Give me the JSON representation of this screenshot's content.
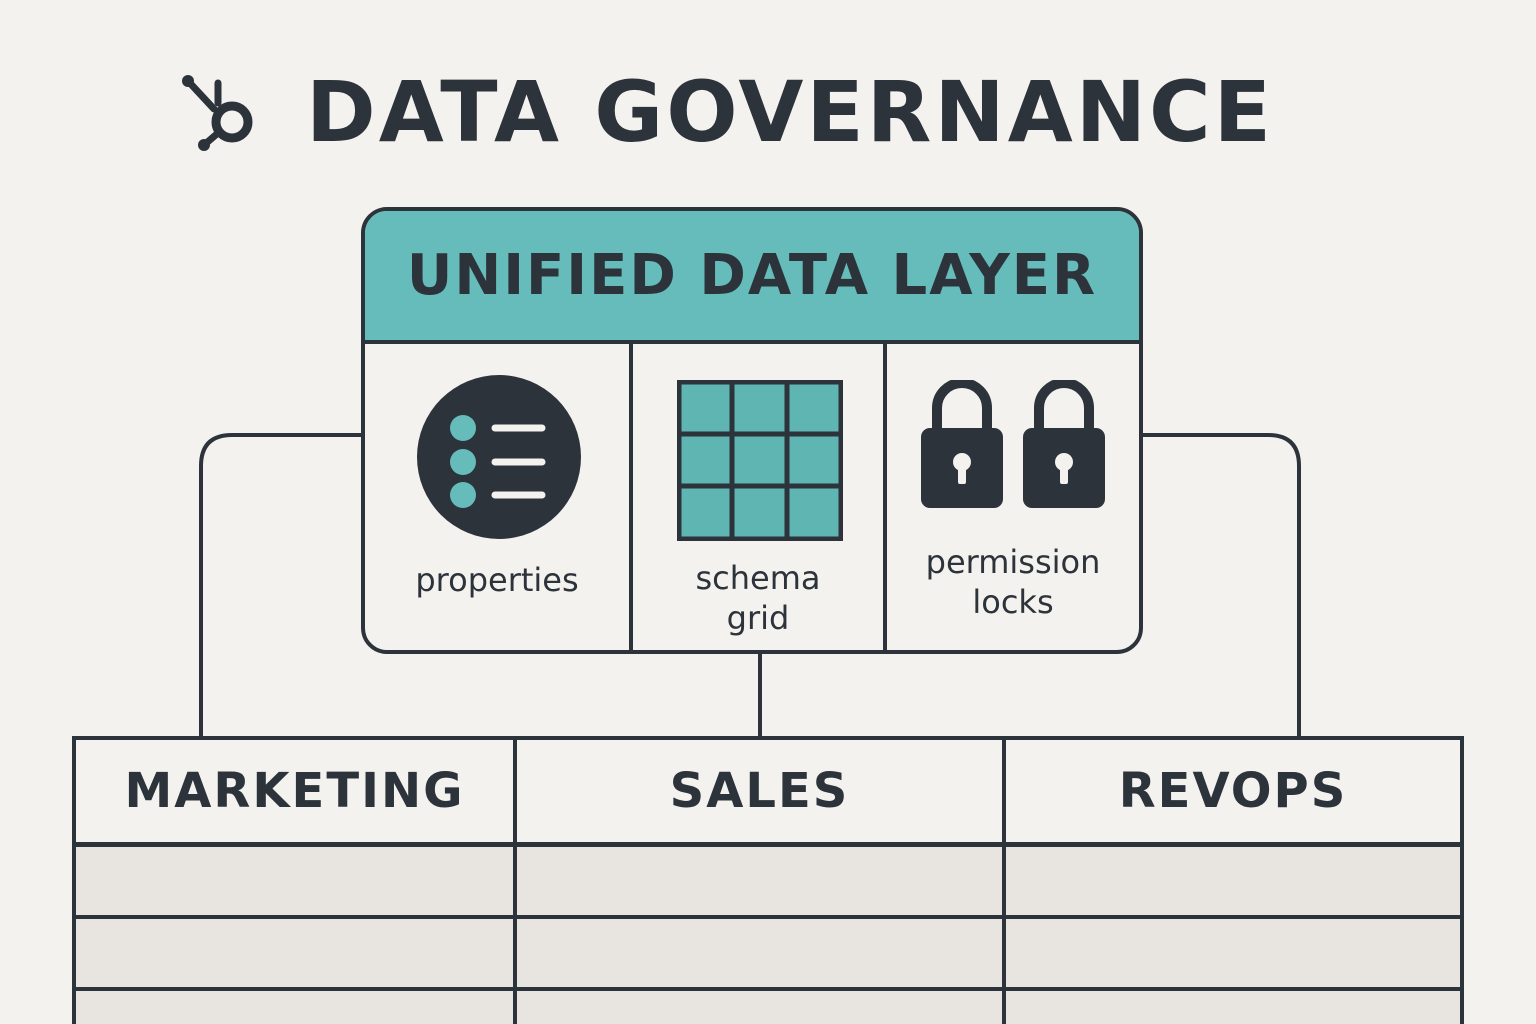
{
  "title": "DATA GOVERNANCE",
  "icons": {
    "title": "hub-network-icon",
    "properties": "property-list-icon",
    "schema": "schema-grid-icon",
    "permissions": "padlock-icon"
  },
  "colors": {
    "background": "#f4f2ef",
    "ink": "#2c333a",
    "accent": "#65bcbb",
    "table_row": "#e8e4e0"
  },
  "layer": {
    "title": "UNIFIED DATA LAYER",
    "cells": [
      {
        "label": "properties"
      },
      {
        "label": "schema\ngrid"
      },
      {
        "label": "permission\nlocks"
      }
    ]
  },
  "departments": {
    "headers": [
      "MARKETING",
      "SALES",
      "REVOPS"
    ],
    "rows": [
      [
        "",
        "",
        ""
      ],
      [
        "",
        "",
        ""
      ],
      [
        "",
        "",
        ""
      ]
    ]
  }
}
